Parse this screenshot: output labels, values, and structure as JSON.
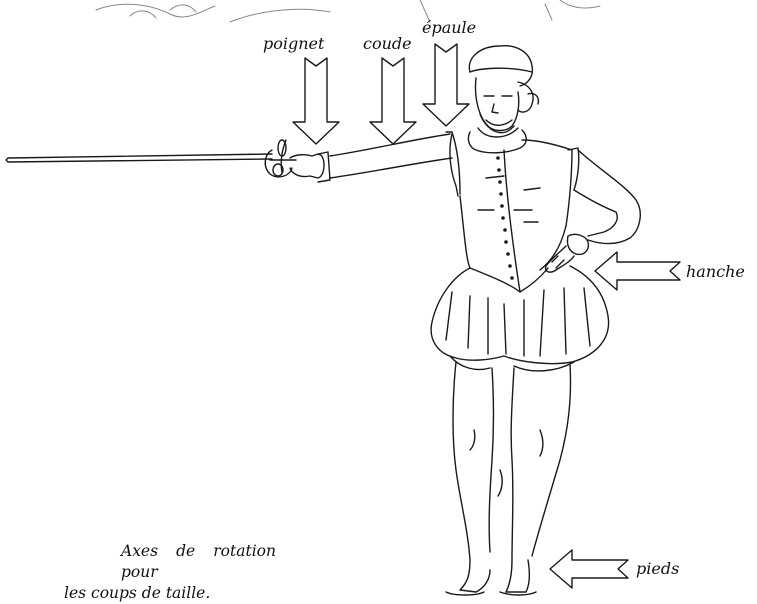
{
  "labels": {
    "wrist": "poignet",
    "elbow": "coude",
    "shoulder": "épaule",
    "hip": "hanche",
    "feet": "pieds"
  },
  "caption": {
    "line1": "Axes de rotation pour",
    "line2": "les coups de taille."
  }
}
